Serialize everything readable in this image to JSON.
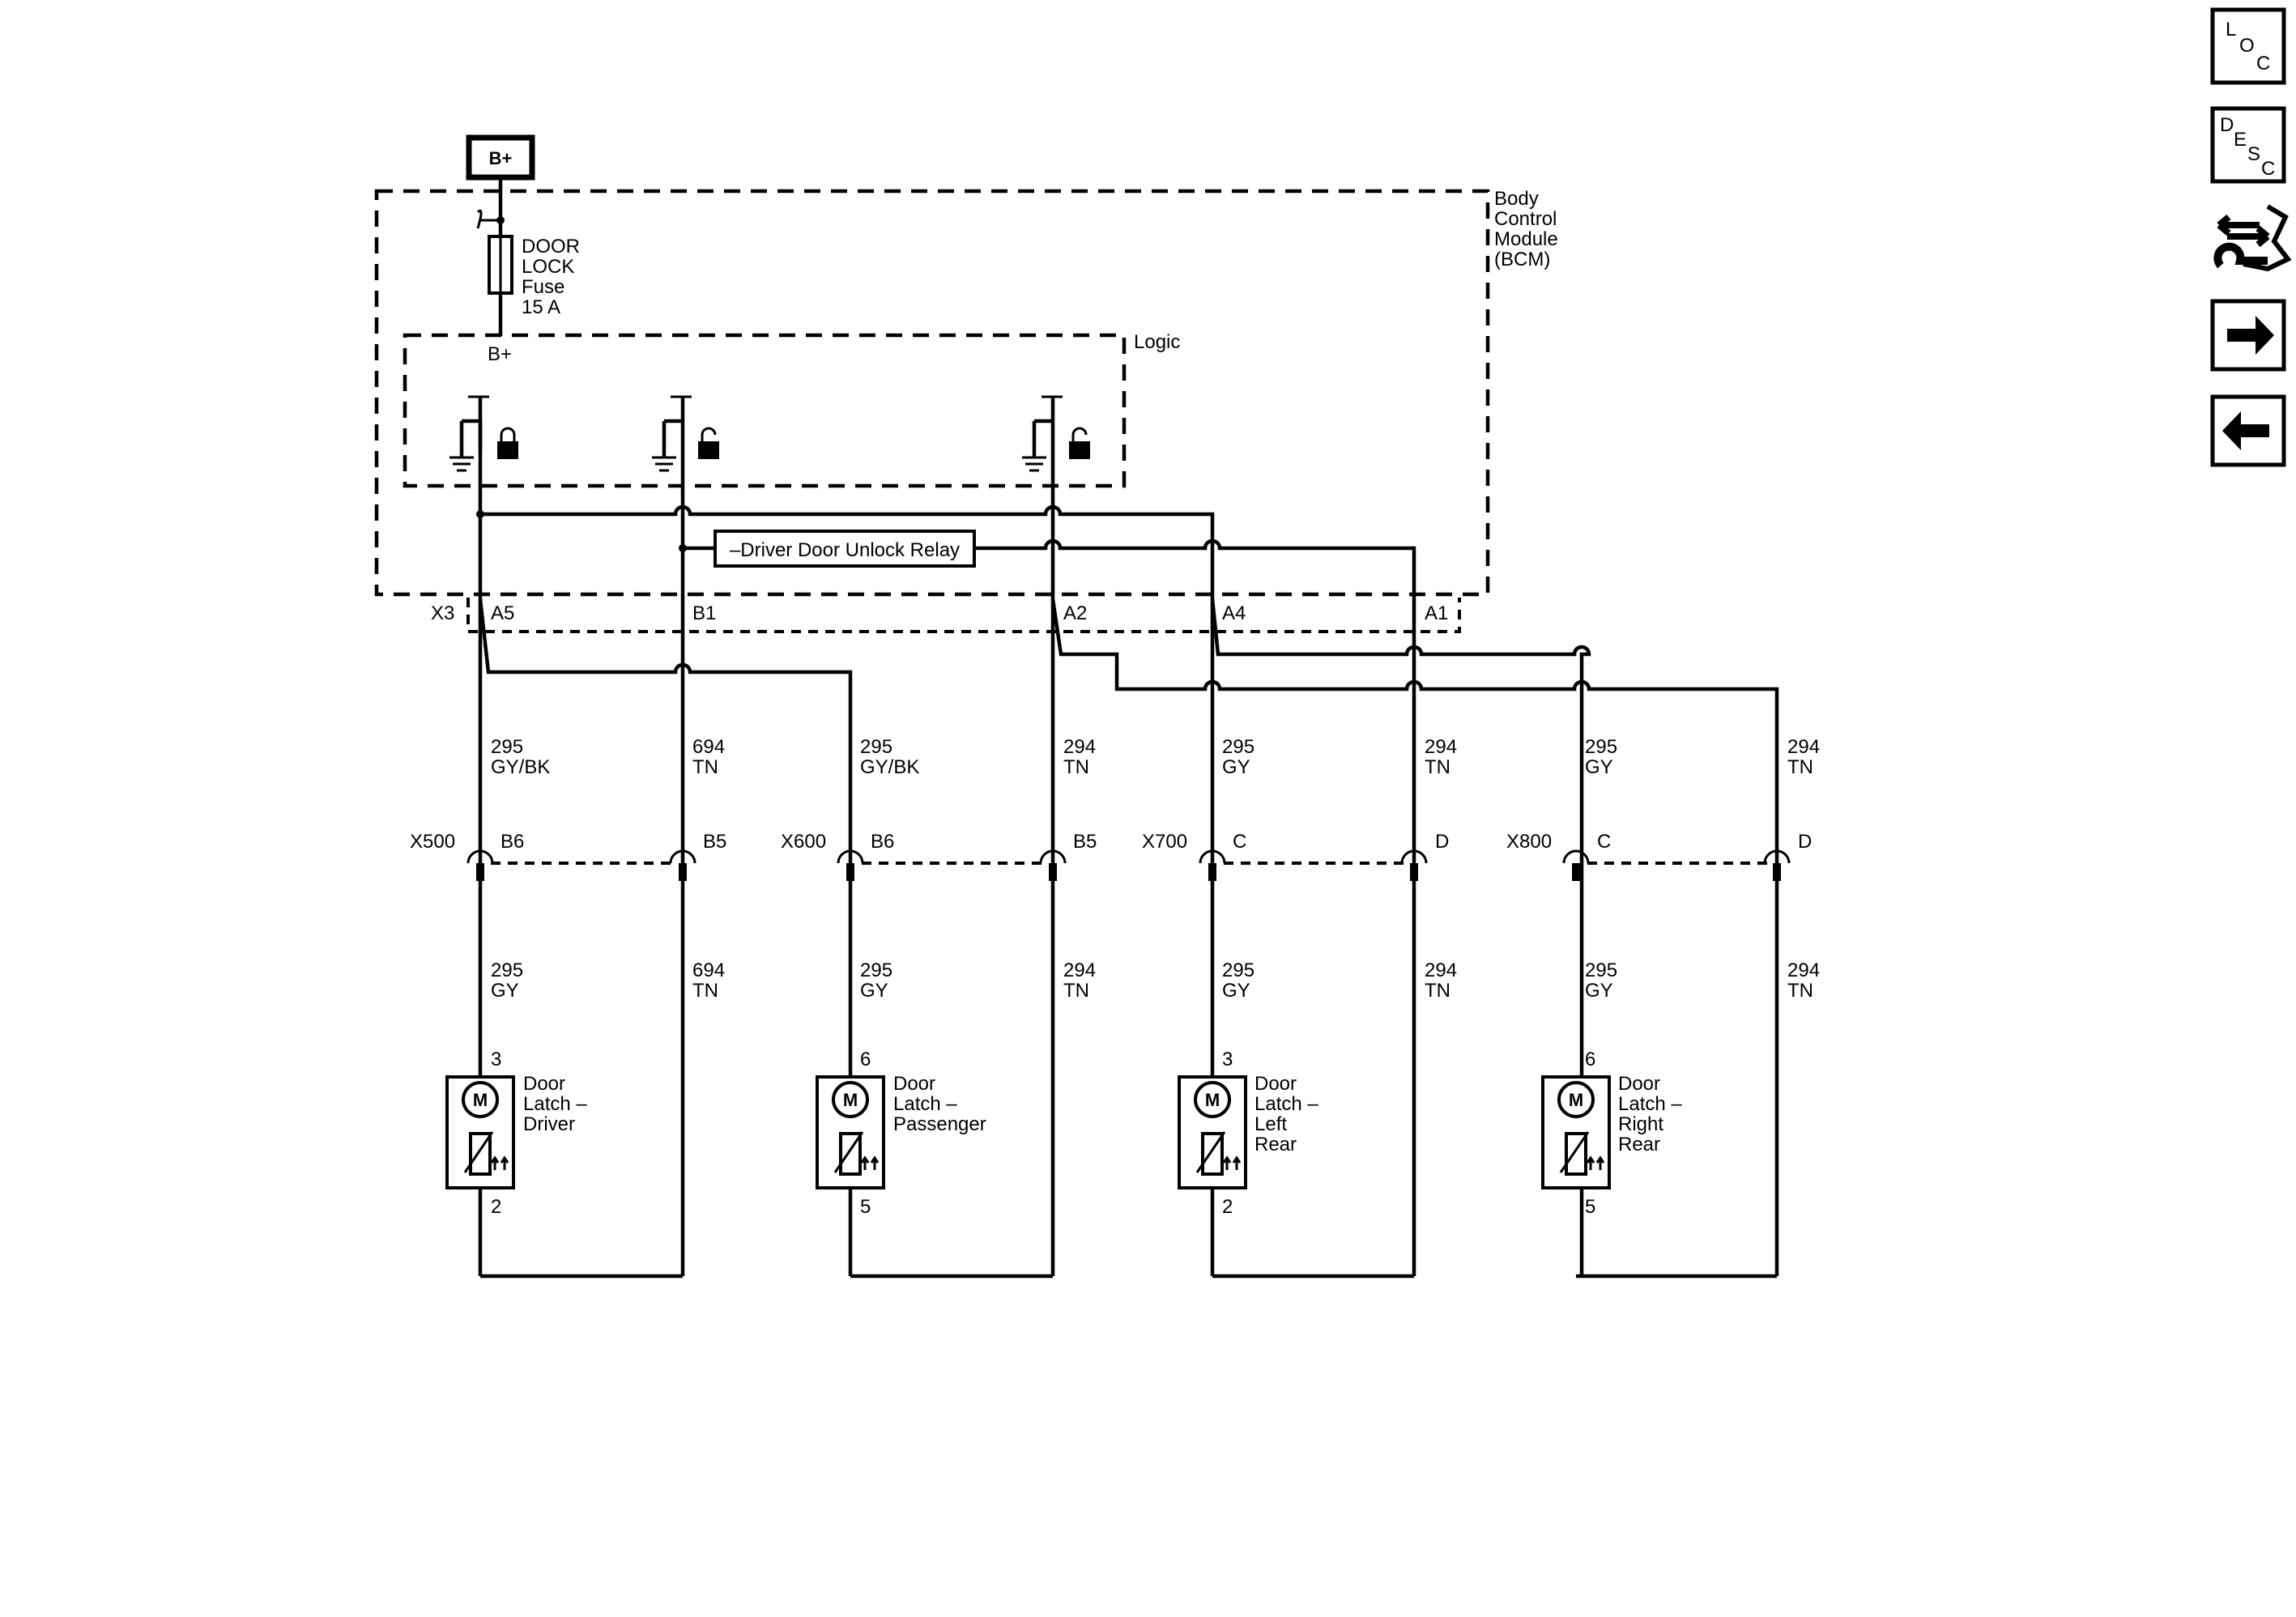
{
  "power": {
    "label": "B+"
  },
  "modules": {
    "bcm": [
      "Body",
      "Control",
      "Module",
      "(BCM)"
    ],
    "logic": "Logic",
    "fuse": [
      "DOOR",
      "LOCK",
      "Fuse",
      "15 A"
    ],
    "b_plus_internal": "B+",
    "relay": "–Driver Door Unlock Relay"
  },
  "bcm_connector": {
    "id": "X3",
    "pins": [
      "A5",
      "B1",
      "A2",
      "A4",
      "A1"
    ]
  },
  "upper_wires": [
    {
      "circuit": "295",
      "color": "GY/BK"
    },
    {
      "circuit": "694",
      "color": "TN"
    },
    {
      "circuit": "295",
      "color": "GY/BK"
    },
    {
      "circuit": "294",
      "color": "TN"
    },
    {
      "circuit": "295",
      "color": "GY"
    },
    {
      "circuit": "294",
      "color": "TN"
    },
    {
      "circuit": "295",
      "color": "GY"
    },
    {
      "circuit": "294",
      "color": "TN"
    }
  ],
  "door_connectors": [
    {
      "id": "X500",
      "pin_a": "B6",
      "pin_b": "B5"
    },
    {
      "id": "X600",
      "pin_a": "B6",
      "pin_b": "B5"
    },
    {
      "id": "X700",
      "pin_a": "C",
      "pin_b": "D"
    },
    {
      "id": "X800",
      "pin_a": "C",
      "pin_b": "D"
    }
  ],
  "lower_wires": [
    {
      "circuit": "295",
      "color": "GY"
    },
    {
      "circuit": "694",
      "color": "TN"
    },
    {
      "circuit": "295",
      "color": "GY"
    },
    {
      "circuit": "294",
      "color": "TN"
    },
    {
      "circuit": "295",
      "color": "GY"
    },
    {
      "circuit": "294",
      "color": "TN"
    },
    {
      "circuit": "295",
      "color": "GY"
    },
    {
      "circuit": "294",
      "color": "TN"
    }
  ],
  "latches": [
    {
      "name": [
        "Door",
        "Latch –",
        "Driver"
      ],
      "pin_top": "3",
      "pin_bottom": "2"
    },
    {
      "name": [
        "Door",
        "Latch –",
        "Passenger"
      ],
      "pin_top": "6",
      "pin_bottom": "5"
    },
    {
      "name": [
        "Door",
        "Latch –",
        "Left",
        "Rear"
      ],
      "pin_top": "3",
      "pin_bottom": "2"
    },
    {
      "name": [
        "Door",
        "Latch –",
        "Right",
        "Rear"
      ],
      "pin_top": "6",
      "pin_bottom": "5"
    }
  ],
  "motor_symbol": "M",
  "nav": {
    "loc": [
      "L",
      "O",
      "C"
    ],
    "desc": [
      "D",
      "E",
      "S",
      "C"
    ],
    "icons": [
      "connector-swap-icon",
      "next-arrow-icon",
      "previous-arrow-icon"
    ]
  }
}
